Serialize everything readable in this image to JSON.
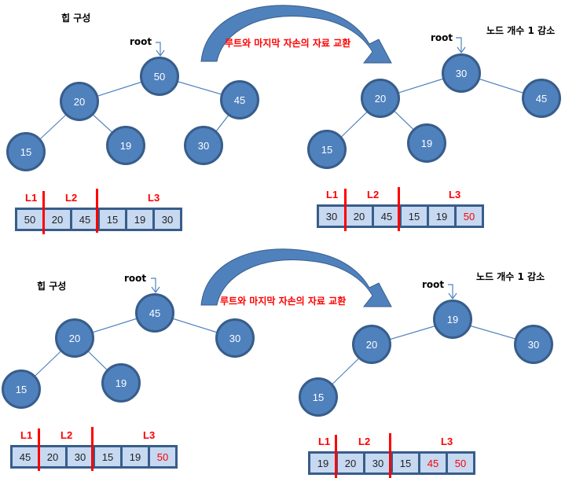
{
  "panels": [
    {
      "title": "힙 구성",
      "root_label": "root",
      "nodes": [
        "50",
        "20",
        "45",
        "15",
        "19",
        "30"
      ],
      "array": [
        {
          "v": "50",
          "done": false
        },
        {
          "v": "20",
          "done": false
        },
        {
          "v": "45",
          "done": false
        },
        {
          "v": "15",
          "done": false
        },
        {
          "v": "19",
          "done": false
        },
        {
          "v": "30",
          "done": false
        }
      ],
      "levels": [
        "L1",
        "L2",
        "L3"
      ]
    },
    {
      "title": "노드 개수 1 감소",
      "root_label": "root",
      "nodes": [
        "30",
        "20",
        "45",
        "15",
        "19"
      ],
      "array": [
        {
          "v": "30",
          "done": false
        },
        {
          "v": "20",
          "done": false
        },
        {
          "v": "45",
          "done": false
        },
        {
          "v": "15",
          "done": false
        },
        {
          "v": "19",
          "done": false
        },
        {
          "v": "50",
          "done": true
        }
      ],
      "levels": [
        "L1",
        "L2",
        "L3"
      ]
    },
    {
      "title": "힙 구성",
      "root_label": "root",
      "nodes": [
        "45",
        "20",
        "30",
        "15",
        "19"
      ],
      "array": [
        {
          "v": "45",
          "done": false
        },
        {
          "v": "20",
          "done": false
        },
        {
          "v": "30",
          "done": false
        },
        {
          "v": "15",
          "done": false
        },
        {
          "v": "19",
          "done": false
        },
        {
          "v": "50",
          "done": true
        }
      ],
      "levels": [
        "L1",
        "L2",
        "L3"
      ]
    },
    {
      "title": "노드 개수 1 감소",
      "root_label": "root",
      "nodes": [
        "19",
        "20",
        "30",
        "15"
      ],
      "array": [
        {
          "v": "19",
          "done": false
        },
        {
          "v": "20",
          "done": false
        },
        {
          "v": "30",
          "done": false
        },
        {
          "v": "15",
          "done": false
        },
        {
          "v": "45",
          "done": true
        },
        {
          "v": "50",
          "done": true
        }
      ],
      "levels": [
        "L1",
        "L2",
        "L3"
      ]
    }
  ],
  "arrows": [
    {
      "label": "루트와 마지막 자손의 자료 교환"
    },
    {
      "label": "루트와 마지막 자손의 자료 교환"
    }
  ],
  "colors": {
    "node_fill": "#4f81bd",
    "node_border": "#385d8a",
    "cell_fill": "#c6d9f1",
    "accent": "#ff0000"
  }
}
